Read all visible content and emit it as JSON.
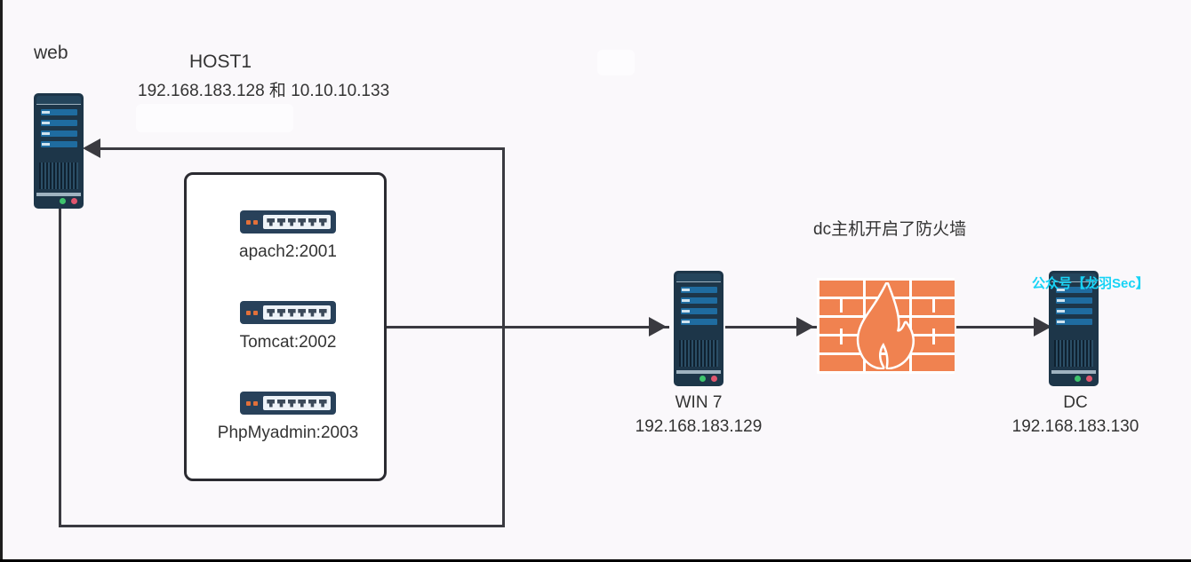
{
  "diagram": {
    "background_color": "#faf8fb",
    "line_color": "#3a3a40",
    "watermark": "公众号【龙羽Sec】",
    "watermark_color": "#18d3f5"
  },
  "annotations": {
    "web_label": "web",
    "host1_title": "HOST1",
    "host1_ips": "192.168.183.128 和 10.10.10.133",
    "firewall_note": "dc主机开启了防火墙"
  },
  "nodes": {
    "web": {
      "name": "web",
      "icon": "server-icon"
    },
    "win7": {
      "name": "WIN 7",
      "ip": "192.168.183.129",
      "icon": "server-icon"
    },
    "dc": {
      "name": "DC",
      "ip": "192.168.183.130",
      "icon": "server-icon"
    },
    "firewall": {
      "name": "firewall",
      "icon": "firewall-icon",
      "color": "#f08250"
    }
  },
  "services": [
    {
      "label": "apach2:2001",
      "icon": "switch-icon"
    },
    {
      "label": "Tomcat:2002",
      "icon": "switch-icon"
    },
    {
      "label": "PhpMyadmin:2003",
      "icon": "switch-icon"
    }
  ],
  "redactions": [
    {
      "name": "redaction-host1"
    },
    {
      "name": "redaction-top"
    }
  ]
}
